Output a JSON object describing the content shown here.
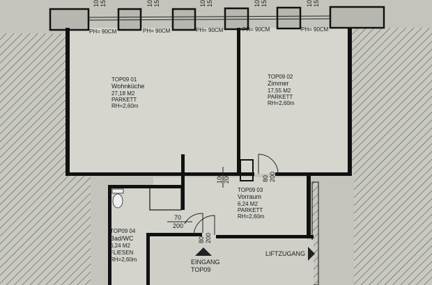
{
  "window_labels": [
    {
      "dim_top": "10",
      "dim_bottom": "15",
      "sill": "PH= 90CM"
    },
    {
      "dim_top": "10",
      "dim_bottom": "15",
      "sill": "PH= 90CM"
    },
    {
      "dim_top": "10",
      "dim_bottom": "15",
      "sill": "PH= 90CM"
    },
    {
      "dim_top": "10",
      "dim_bottom": "15",
      "sill": "PH= 90CM"
    },
    {
      "dim_top": "10",
      "dim_bottom": "15",
      "sill": "PH= 90CM"
    }
  ],
  "rooms": [
    {
      "id": "TOP09 01",
      "name": "Wohnküche",
      "area": "27,18 M2",
      "floor": "PARKETT",
      "height": "RH=2,60m"
    },
    {
      "id": "TOP09 02",
      "name": "Zimmer",
      "area": "17,55 M2",
      "floor": "PARKETT",
      "height": "RH=2,60m"
    },
    {
      "id": "TOP09 03",
      "name": "Vorraum",
      "area": "6,24 M2",
      "floor": "PARKETT",
      "height": "RH=2,60m"
    },
    {
      "id": "TOP09 04",
      "name": "Bad/WC",
      "area": "6,24 M2",
      "floor": "FLIESEN",
      "height": "RH=2,60m"
    }
  ],
  "doors": [
    {
      "width": "100",
      "height": "200"
    },
    {
      "width": "80",
      "height": "200"
    },
    {
      "width": "70",
      "height": "200"
    },
    {
      "width": "80",
      "height": "200"
    }
  ],
  "entrance": {
    "line1": "EINGANG",
    "line2": "TOP09"
  },
  "lift": "LIFTZUGANG",
  "colors": {
    "background": "#c4c4bd",
    "wall": "#111111",
    "hatch": "#555555"
  }
}
